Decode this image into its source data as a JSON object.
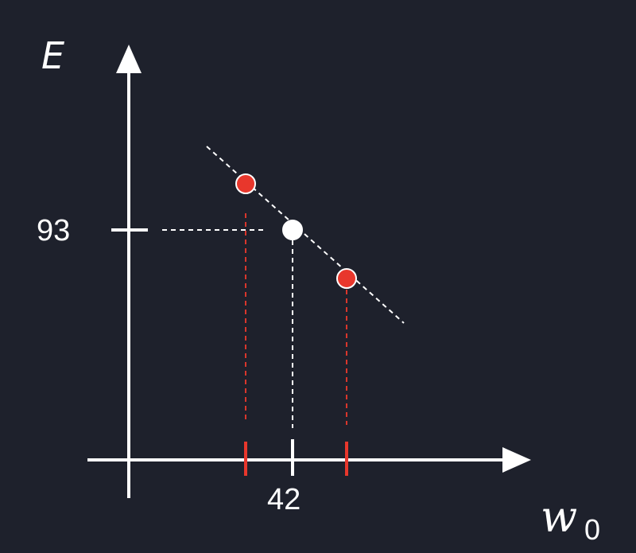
{
  "axes": {
    "y_label": "E",
    "x_label": "w",
    "x_label_subscript": "0"
  },
  "ticks": {
    "y_value": "93",
    "x_value": "42"
  },
  "colors": {
    "background": "#1e212c",
    "axis": "#ffffff",
    "sample_point": "#e8372c",
    "center_point": "#ffffff",
    "guide_red": "#d9362c",
    "guide_white": "#ffffff"
  },
  "points": {
    "center": {
      "label": "center"
    },
    "samples": [
      "left",
      "right"
    ]
  }
}
